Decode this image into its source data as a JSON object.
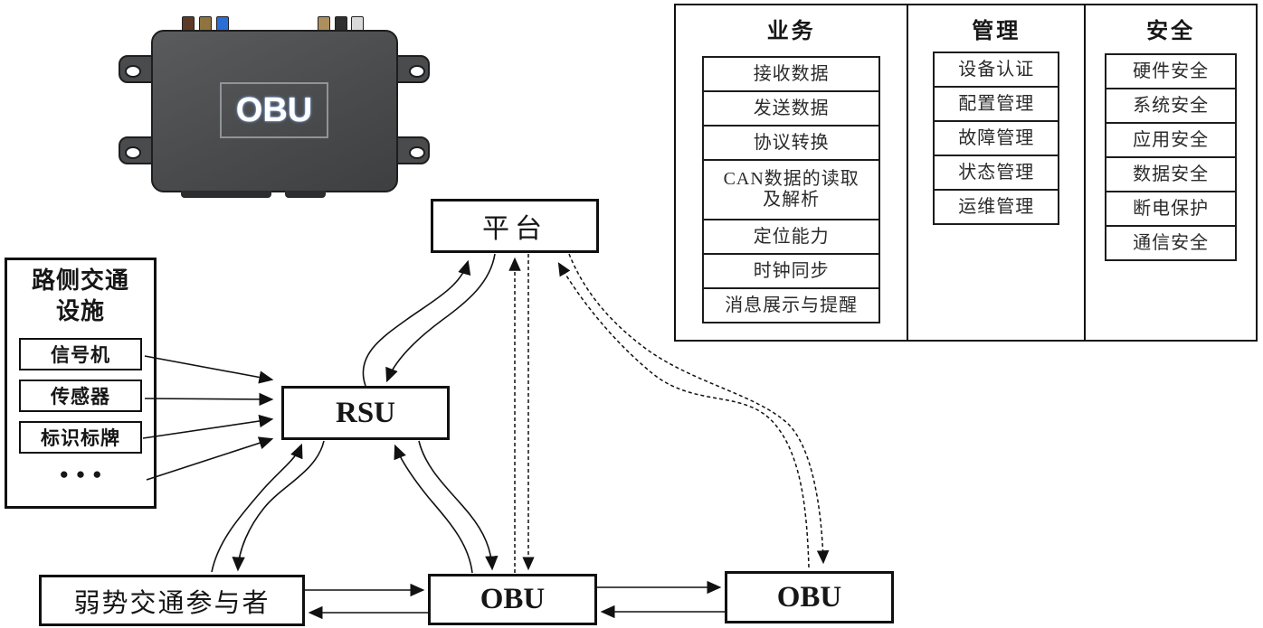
{
  "device": {
    "label": "OBU"
  },
  "capability_panel": {
    "columns": [
      {
        "title": "业务",
        "items": [
          "接收数据",
          "发送数据",
          "协议转换",
          "CAN数据的读取\n及解析",
          "定位能力",
          "时钟同步",
          "消息展示与提醒"
        ]
      },
      {
        "title": "管理",
        "items": [
          "设备认证",
          "配置管理",
          "故障管理",
          "状态管理",
          "运维管理"
        ]
      },
      {
        "title": "安全",
        "items": [
          "硬件安全",
          "系统安全",
          "应用安全",
          "数据安全",
          "断电保护",
          "通信安全"
        ]
      }
    ]
  },
  "diagram": {
    "platform_label": "平台",
    "rsu_label": "RSU",
    "obu_center_label": "OBU",
    "obu_right_label": "OBU",
    "vru_label": "弱势交通参与者",
    "roadside": {
      "title": "路侧交通\n设施",
      "items": [
        "信号机",
        "传感器",
        "标识标牌"
      ],
      "more": "●●●"
    },
    "line_color": "#111111",
    "device_body_color": "#4a4b4d",
    "connector_colors": [
      "#5e3a26",
      "#8f7440",
      "#2b6fd6",
      "#ad8f5d",
      "#2f2f2f",
      "#d9d9d9"
    ]
  }
}
